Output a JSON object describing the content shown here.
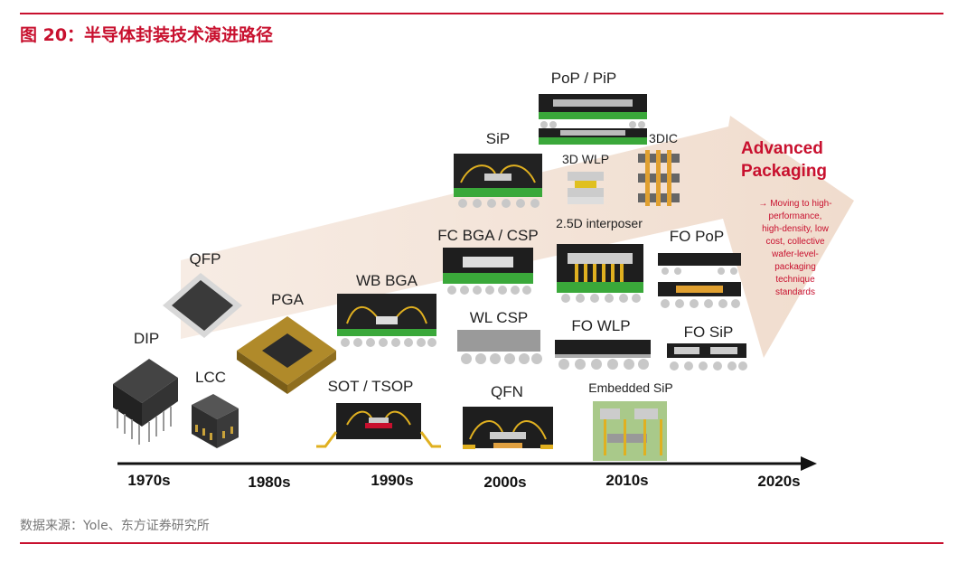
{
  "header": {
    "title": "图 20：半导体封装技术演进路径"
  },
  "footer": {
    "source": "数据来源：Yole、东方证券研究所"
  },
  "timeline": {
    "decades": [
      "1970s",
      "1980s",
      "1990s",
      "2000s",
      "2010s",
      "2020s"
    ]
  },
  "packages": {
    "dip": "DIP",
    "qfp": "QFP",
    "lcc": "LCC",
    "pga": "PGA",
    "wb_bga": "WB BGA",
    "sot_tsop": "SOT / TSOP",
    "sip": "SiP",
    "fc_bga_csp": "FC BGA / CSP",
    "wl_csp": "WL CSP",
    "qfn": "QFN",
    "pop_pip": "PoP / PiP",
    "wlp_3d": "3D WLP",
    "dic_3": "3DIC",
    "interposer_25d": "2.5D interposer",
    "fo_wlp": "FO WLP",
    "embedded_sip": "Embedded SiP",
    "fo_pop": "FO PoP",
    "fo_sip": "FO SiP"
  },
  "advanced_packaging": {
    "title_line1": "Advanced",
    "title_line2": "Packaging",
    "note_lines": [
      "→ Moving to high-",
      "performance,",
      "high-density, low",
      "cost, collective",
      "wafer-level-",
      "packaging",
      "technique",
      "standards"
    ]
  },
  "colors": {
    "accent": "#c8102e",
    "arrow_fill": "#f4e6dc",
    "pcb_green": "#3aa83a",
    "wire_gold": "#e0b020",
    "chip_dark": "#333333",
    "solder_ball": "#c8c8c8"
  }
}
